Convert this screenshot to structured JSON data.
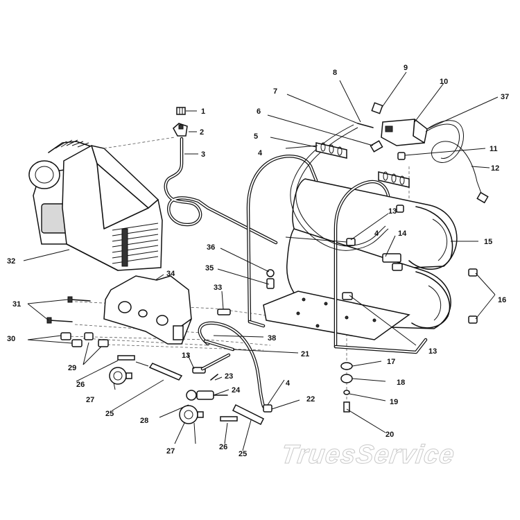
{
  "diagram": {
    "callouts": {
      "c1": "1",
      "c2": "2",
      "c3": "3",
      "c4a": "4",
      "c4b": "4",
      "c4c": "4",
      "c5": "5",
      "c6": "6",
      "c7": "7",
      "c8": "8",
      "c9": "9",
      "c10": "10",
      "c11": "11",
      "c12": "12",
      "c13a": "13",
      "c13b": "13",
      "c13c": "13",
      "c14": "14",
      "c15": "15",
      "c16": "16",
      "c17": "17",
      "c18": "18",
      "c19": "19",
      "c20": "20",
      "c21": "21",
      "c22": "22",
      "c23": "23",
      "c24": "24",
      "c25a": "25",
      "c25b": "25",
      "c26a": "26",
      "c26b": "26",
      "c27a": "27",
      "c27b": "27",
      "c28": "28",
      "c29": "29",
      "c30": "30",
      "c31": "31",
      "c32": "32",
      "c33": "33",
      "c34": "34",
      "c35": "35",
      "c36": "36",
      "c37": "37",
      "c38": "38"
    },
    "watermark": "TruesService"
  }
}
